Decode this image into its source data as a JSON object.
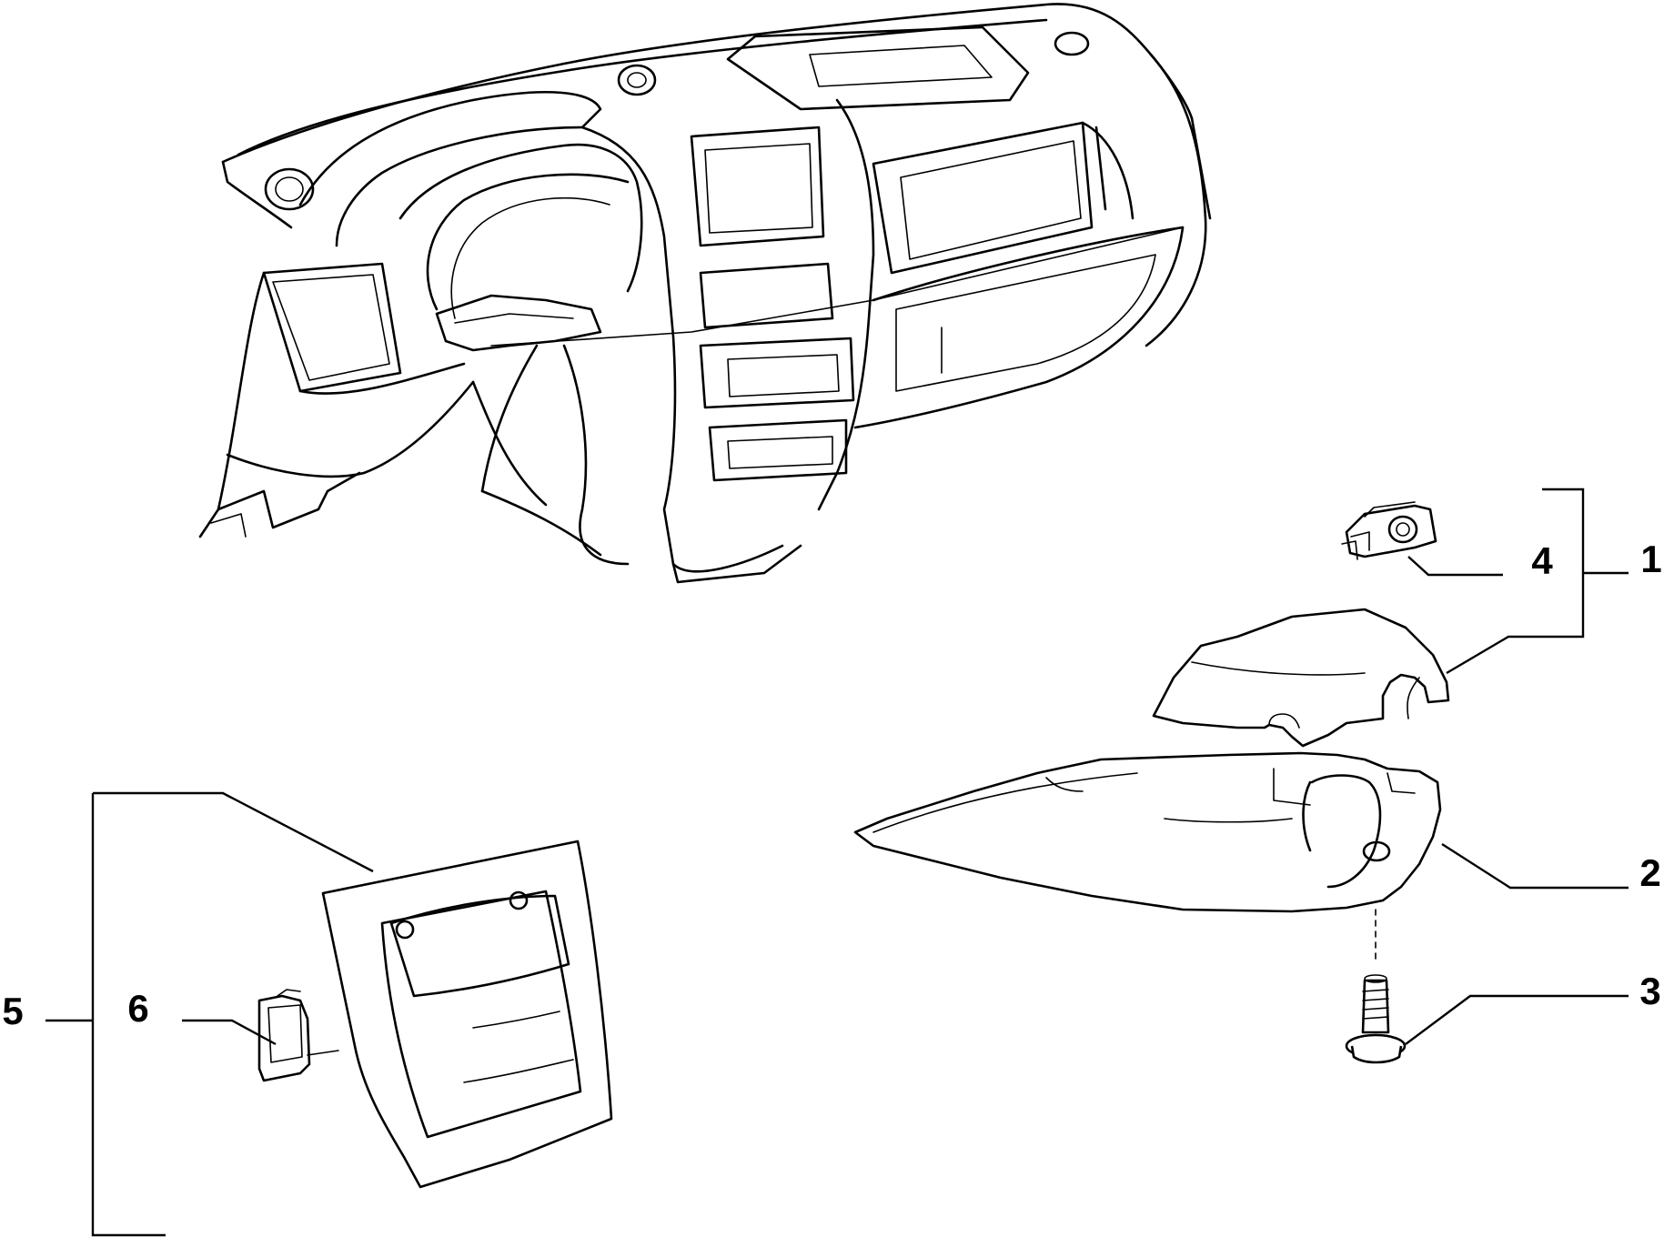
{
  "callouts": {
    "c1": "1",
    "c2": "2",
    "c3": "3",
    "c4": "4",
    "c5": "5",
    "c6": "6"
  },
  "line_color": "#000000",
  "background": "#ffffff"
}
